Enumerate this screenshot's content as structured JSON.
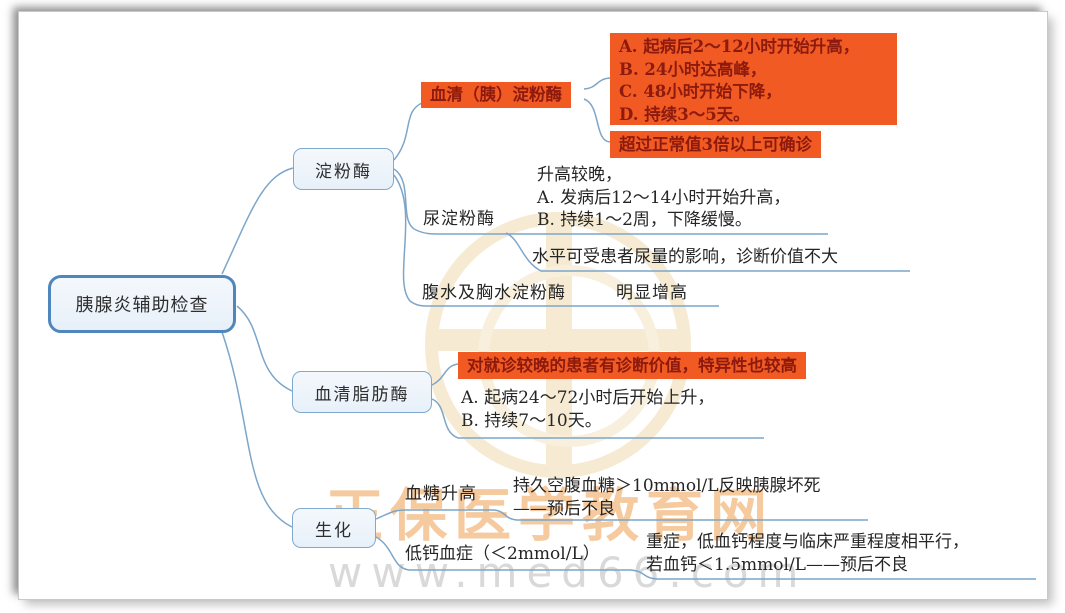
{
  "root": {
    "label": "胰腺炎辅助检查"
  },
  "branches": {
    "amylase": {
      "label": "淀粉酶",
      "serum": {
        "label": "血清（胰）淀粉酶",
        "timeline": [
          "A. 起病后2～12小时开始升高，",
          "B. 24小时达高峰，",
          "C. 48小时开始下降，",
          "D. 持续3～5天。"
        ],
        "diagnosis": "超过正常值3倍以上可确诊"
      },
      "urine": {
        "label": "尿淀粉酶",
        "notes": [
          "升高较晚，",
          "A. 发病后12～14小时开始升高，",
          "B. 持续1～2周，下降缓慢。"
        ],
        "limitation": "水平可受患者尿量的影响，诊断价值不大"
      },
      "fluid": {
        "label": "腹水及胸水淀粉酶",
        "note": "明显增高"
      }
    },
    "lipase": {
      "label": "血清脂肪酶",
      "highlight": "对就诊较晚的患者有诊断价值，特异性也较高",
      "notes": [
        "A. 起病24～72小时后开始上升，",
        "B. 持续7～10天。"
      ]
    },
    "biochem": {
      "label": "生化",
      "glucose": {
        "label": "血糖升高",
        "note_line1": "持久空腹血糖＞10mmol/L反映胰腺坏死",
        "note_line2": "——预后不良"
      },
      "calcium": {
        "label": "低钙血症（＜2mmol/L）",
        "note_line1": "重症，低血钙程度与临床严重程度相平行，",
        "note_line2": "若血钙＜1.5mmol/L——预后不良"
      }
    }
  },
  "watermark": {
    "brand": "正保医学教育网",
    "url": "www.med66.com"
  },
  "colors": {
    "accent_orange": "#F15A22",
    "orange_text": "#8C1A0E",
    "branch_line": "#7CA6C9",
    "node_border": "#7FA9CE",
    "root_border": "#4E86BD",
    "node_fill": "#EDF4FB"
  }
}
